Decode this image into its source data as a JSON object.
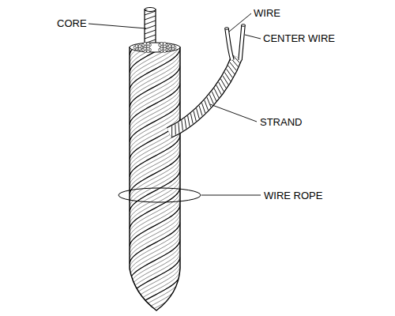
{
  "diagram": {
    "labels": [
      "CORE",
      "WIRE",
      "CENTER WIRE",
      "STRAND",
      "WIRE ROPE"
    ]
  }
}
